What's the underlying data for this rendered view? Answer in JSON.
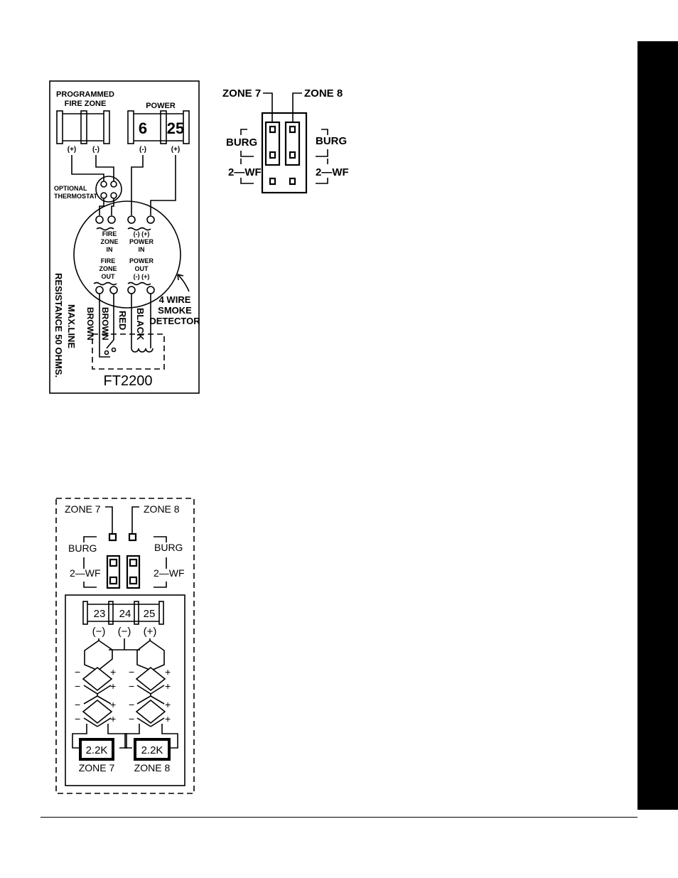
{
  "diagram1": {
    "programmed_fire_zone": "PROGRAMMED\nFIRE ZONE",
    "power": "POWER",
    "terminal_6": "6",
    "terminal_25": "25",
    "pol_fire_plus": "(+)",
    "pol_fire_minus": "(-)",
    "pol_power_minus": "(-)",
    "pol_power_plus": "(+)",
    "optional_thermostat": "OPTIONAL\nTHERMOSTAT",
    "fire_zone_in": "FIRE\nZONE\nIN",
    "power_in": "(-)  (+)\nPOWER\nIN",
    "fire_zone_out": "FIRE\nZONE\nOUT",
    "power_out": "POWER\nOUT\n(-)  (+)",
    "smoke_detector": "4  WIRE\nSMOKE\nDETECTOR",
    "wire_brown1": "BROWN",
    "wire_brown2": "BROWN",
    "wire_red": "RED",
    "wire_black": "BLACK",
    "max_line": "MAX.LINE",
    "resistance": "RESISTANCE  50  OHMS.",
    "ft2200": "FT2200"
  },
  "diagram2": {
    "zone7": "ZONE  7",
    "zone8": "ZONE  8",
    "burg_left": "BURG",
    "burg_right": "BURG",
    "twowf_left": "2—WF",
    "twowf_right": "2—WF"
  },
  "diagram3": {
    "zone7": "ZONE  7",
    "zone8": "ZONE  8",
    "burg_left": "BURG",
    "burg_right": "BURG",
    "twowf_left": "2—WF",
    "twowf_right": "2—WF",
    "t23": "23",
    "t24": "24",
    "t25": "25",
    "pol1": "(−)",
    "pol2": "(−)",
    "pol3": "(+)",
    "res_left": "2.2K",
    "res_right": "2.2K",
    "zone7_bottom": "ZONE  7",
    "zone8_bottom": "ZONE  8"
  }
}
